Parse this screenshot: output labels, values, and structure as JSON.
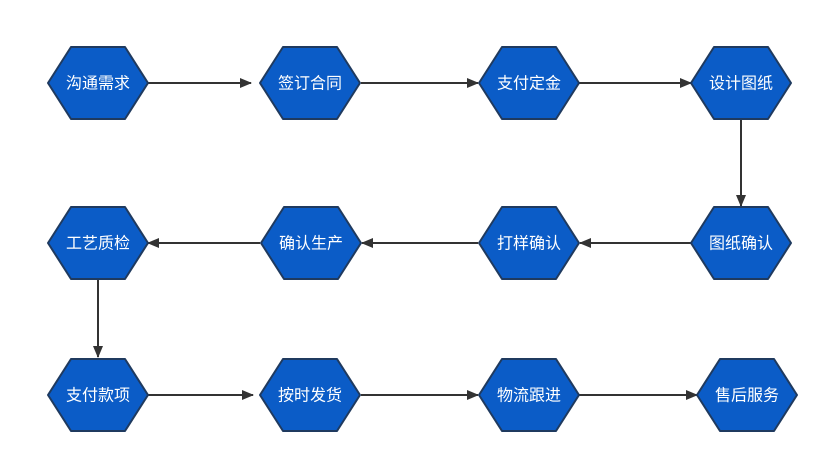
{
  "flowchart": {
    "colors": {
      "node_fill": "#0B5CC7",
      "node_stroke": "#1F3A5F",
      "node_text": "#FFFFFF",
      "arrow": "#333333"
    },
    "steps": [
      {
        "id": "s1",
        "label": "沟通需求"
      },
      {
        "id": "s2",
        "label": "签订合同"
      },
      {
        "id": "s3",
        "label": "支付定金"
      },
      {
        "id": "s4",
        "label": "设计图纸"
      },
      {
        "id": "s5",
        "label": "图纸确认"
      },
      {
        "id": "s6",
        "label": "打样确认"
      },
      {
        "id": "s7",
        "label": "确认生产"
      },
      {
        "id": "s8",
        "label": "工艺质检"
      },
      {
        "id": "s9",
        "label": "支付款项"
      },
      {
        "id": "s10",
        "label": "按时发货"
      },
      {
        "id": "s11",
        "label": "物流跟进"
      },
      {
        "id": "s12",
        "label": "售后服务"
      }
    ],
    "connections": [
      {
        "from": "s1",
        "to": "s2"
      },
      {
        "from": "s2",
        "to": "s3"
      },
      {
        "from": "s3",
        "to": "s4"
      },
      {
        "from": "s4",
        "to": "s5"
      },
      {
        "from": "s5",
        "to": "s6"
      },
      {
        "from": "s6",
        "to": "s7"
      },
      {
        "from": "s7",
        "to": "s8"
      },
      {
        "from": "s8",
        "to": "s9"
      },
      {
        "from": "s9",
        "to": "s10"
      },
      {
        "from": "s10",
        "to": "s11"
      },
      {
        "from": "s11",
        "to": "s12"
      }
    ]
  }
}
